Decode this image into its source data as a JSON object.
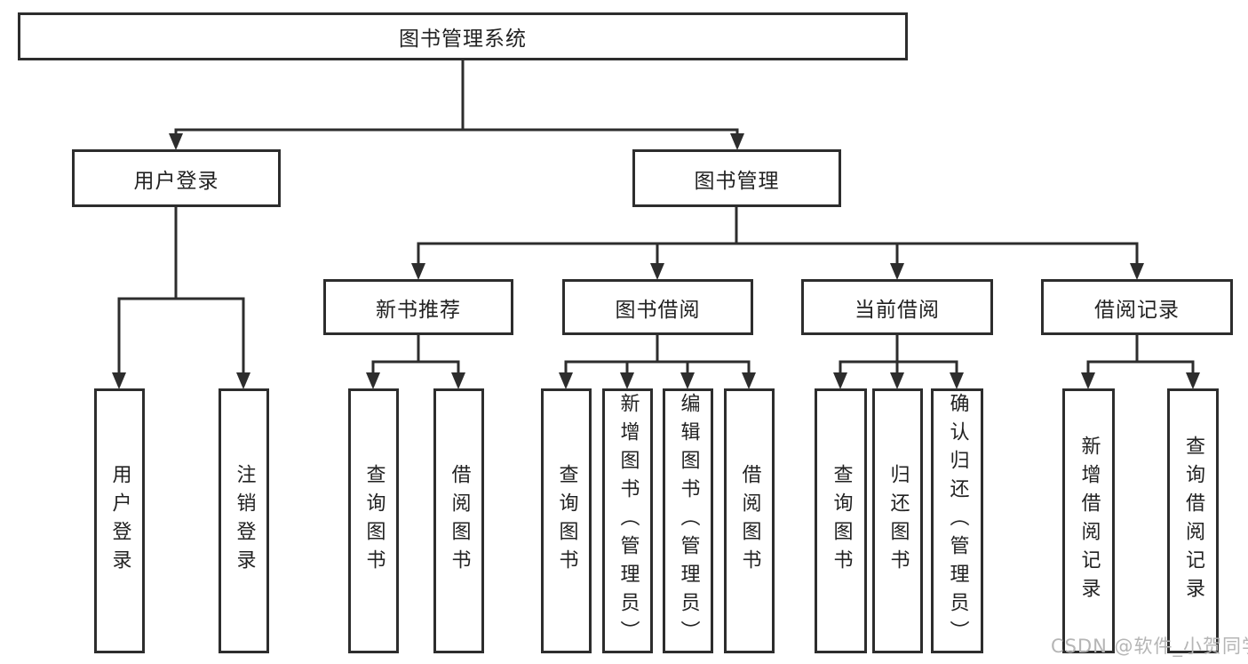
{
  "root": "图书管理系统",
  "user_login_branch": {
    "label": "用户登录",
    "children": {
      "login": "用户登录",
      "logout": "注销登录"
    }
  },
  "book_mgmt_branch": {
    "label": "图书管理",
    "new_book": {
      "label": "新书推荐",
      "children": {
        "query": "查询图书",
        "borrow": "借阅图书"
      }
    },
    "borrow": {
      "label": "图书借阅",
      "children": {
        "query": "查询图书",
        "add": "新增图书（管理员）",
        "edit": "编辑图书（管理员）",
        "borrow": "借阅图书"
      }
    },
    "current": {
      "label": "当前借阅",
      "children": {
        "query": "查询图书",
        "return": "归还图书",
        "confirm": "确认归还（管理员）"
      }
    },
    "records": {
      "label": "借阅记录",
      "children": {
        "add": "新增借阅记录",
        "query": "查询借阅记录"
      }
    }
  },
  "watermark": "CSDN @软件_小贺同学",
  "colors": {
    "line": "#2d2d2d",
    "text": "#222222",
    "watermark": "#b5b5b5",
    "background": "#ffffff"
  }
}
